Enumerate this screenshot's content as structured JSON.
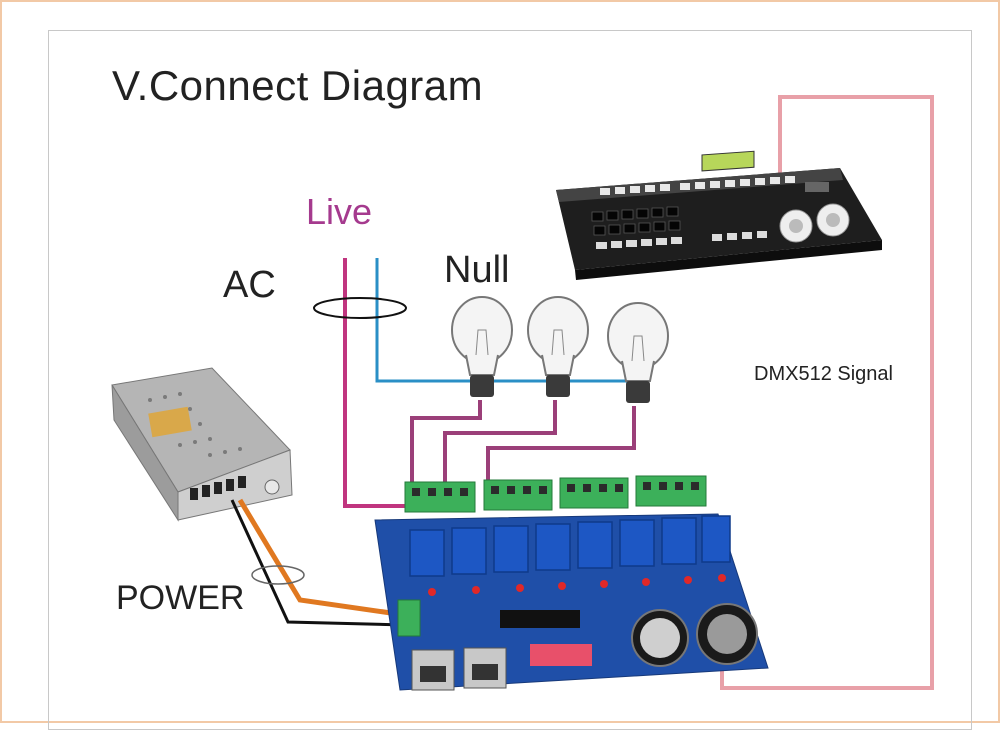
{
  "title": "V.Connect Diagram",
  "labels": {
    "live": "Live",
    "ac": "AC",
    "null": "Null",
    "dmx_signal": "DMX512 Signal",
    "power": "POWER"
  },
  "colors": {
    "live_wire": "#c0357f",
    "null_wire": "#2a8fc6",
    "lamp_wire": "#9b3f79",
    "dmx_cable": "#e8a0a8",
    "power_orange": "#e07820",
    "power_black": "#111111",
    "board": "#1f4fa8",
    "relay": "#1d57c4",
    "terminal": "#3cb05a",
    "console": "#2b2b2b"
  },
  "icons": [
    "dmx-console-icon",
    "light-bulb-icon",
    "power-supply-icon",
    "dmx-decoder-board-icon"
  ]
}
